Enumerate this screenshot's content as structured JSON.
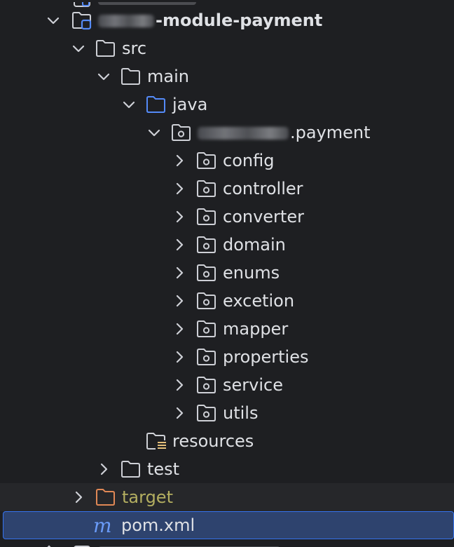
{
  "tree": {
    "module": {
      "name_suffix": "-module-payment"
    },
    "src": {
      "label": "src"
    },
    "main": {
      "label": "main"
    },
    "java": {
      "label": "java"
    },
    "package": {
      "name_suffix": ".payment"
    },
    "subpackages": [
      {
        "label": "config"
      },
      {
        "label": "controller"
      },
      {
        "label": "converter"
      },
      {
        "label": "domain"
      },
      {
        "label": "enums"
      },
      {
        "label": "excetion"
      },
      {
        "label": "mapper"
      },
      {
        "label": "properties"
      },
      {
        "label": "service"
      },
      {
        "label": "utils"
      }
    ],
    "resources": {
      "label": "resources"
    },
    "test": {
      "label": "test"
    },
    "target": {
      "label": "target"
    },
    "pom": {
      "label": "pom.xml",
      "icon_letter": "m"
    }
  },
  "colors": {
    "background": "#1e1f22",
    "text": "#dfe1e5",
    "chevron": "#ced0d6",
    "folder_outline": "#ced0d6",
    "source_folder": "#548af7",
    "excluded_folder": "#e08855",
    "excluded_text": "#b3ae60",
    "selection": "#2e436e",
    "selection_border": "#3574f0",
    "maven": "#6a9bf8",
    "resources_marker": "#e5c07b"
  },
  "icons": {
    "expanded": "chevron-down-icon",
    "collapsed": "chevron-right-icon",
    "module": "module-folder-icon",
    "folder": "folder-icon",
    "source_root": "source-root-folder-icon",
    "package": "package-icon",
    "resources_root": "resources-root-folder-icon",
    "excluded": "excluded-folder-icon",
    "maven": "maven-icon"
  }
}
